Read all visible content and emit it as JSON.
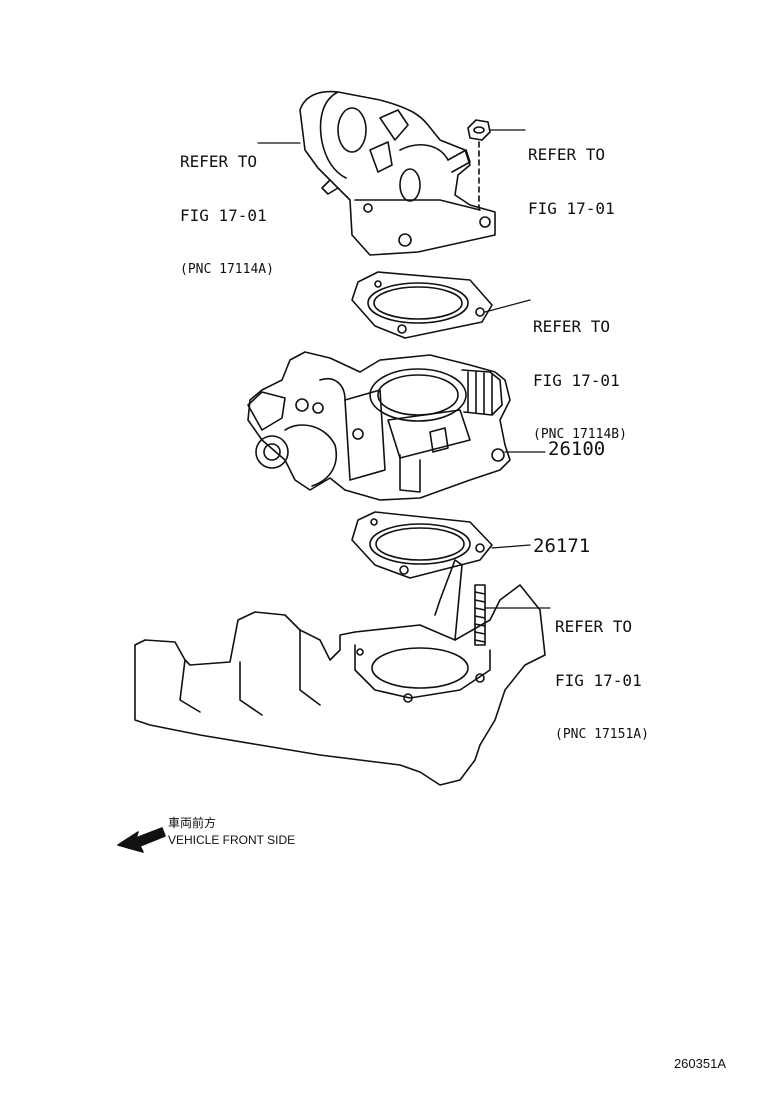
{
  "callouts": {
    "water_inlet_left": {
      "line1": "REFER TO",
      "line2": "FIG 17-01",
      "line3": "(PNC 17114A)"
    },
    "nut": {
      "line1": "REFER TO",
      "line2": "FIG 17-01"
    },
    "upper_gasket": {
      "line1": "REFER TO",
      "line2": "FIG 17-01",
      "line3": "(PNC 17114B)"
    },
    "stud": {
      "line1": "REFER TO",
      "line2": "FIG 17-01",
      "line3": "(PNC 17151A)"
    }
  },
  "part_numbers": {
    "throttle_body": "26100",
    "lower_gasket": "26171"
  },
  "direction": {
    "japanese": "車両前方",
    "english": "VEHICLE FRONT SIDE"
  },
  "figure_code": "260351A"
}
